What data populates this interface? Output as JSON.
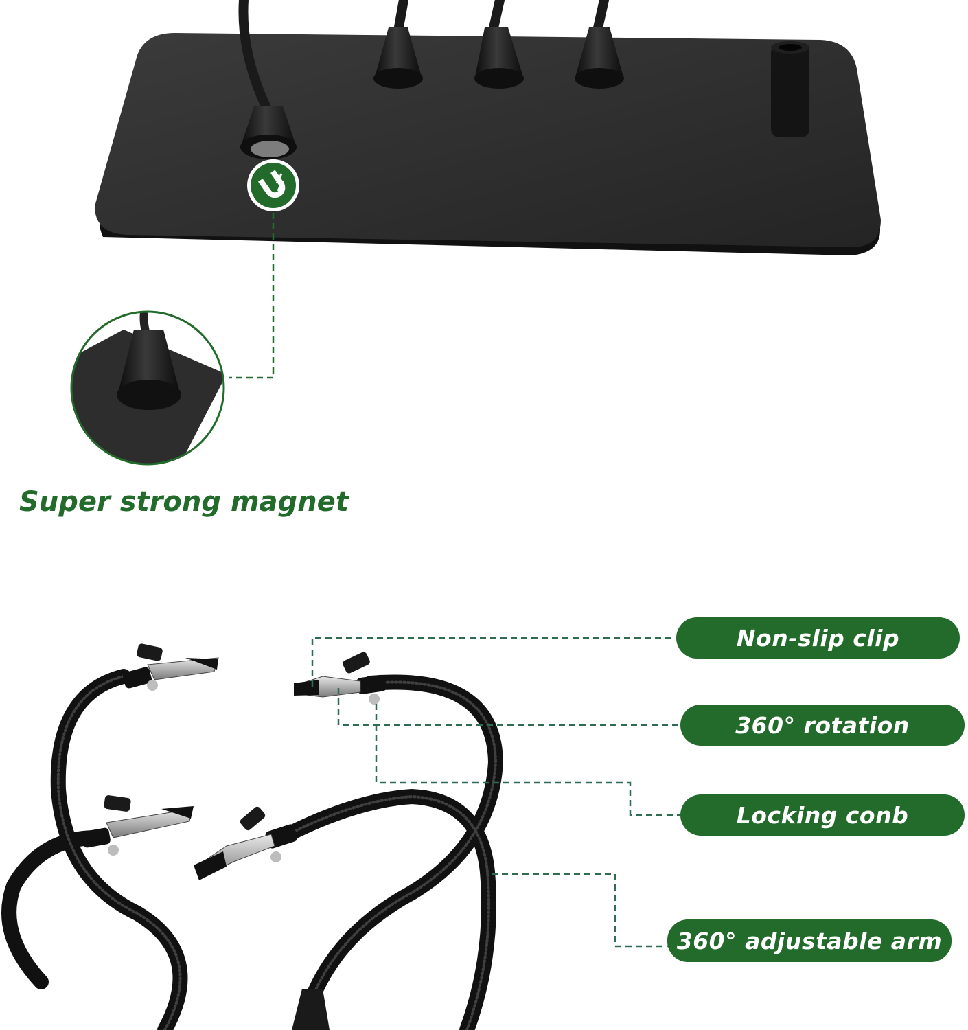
{
  "colors": {
    "accent_green": "#226b2b",
    "base_black": "#2a2a2a",
    "edge_black": "#111111",
    "white": "#ffffff"
  },
  "icons": {
    "magnet_badge": "magnet-icon"
  },
  "magnet_callout": {
    "caption": "Super strong magnet"
  },
  "feature_labels": [
    {
      "id": "clip",
      "text": "Non-slip clip"
    },
    {
      "id": "rotation",
      "text": "360° rotation"
    },
    {
      "id": "lock",
      "text": "Locking conb"
    },
    {
      "id": "arm",
      "text": "360° adjustable arm"
    }
  ]
}
